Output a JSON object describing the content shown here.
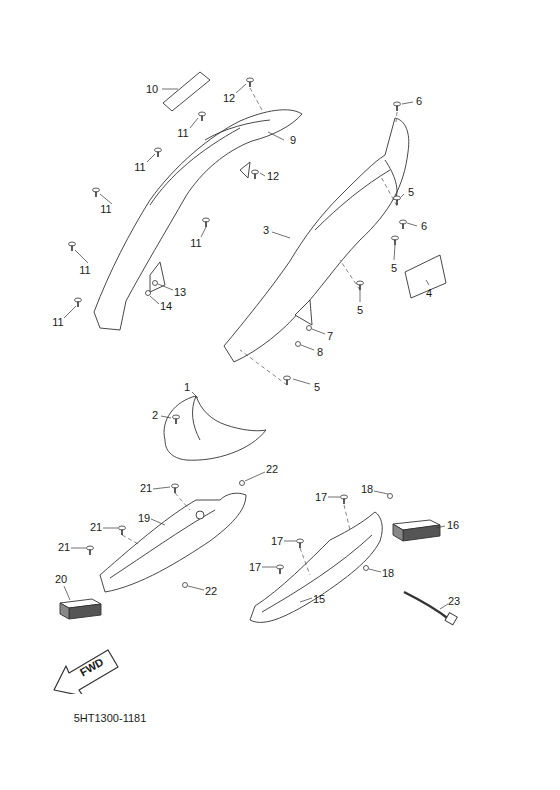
{
  "diagram": {
    "nodes": [
      {
        "text": [
          "FWD"
        ]
      }
    ],
    "labels": [
      "10",
      "12",
      "6",
      "11",
      "9",
      "11",
      "12",
      "11",
      "5",
      "3",
      "6",
      "11",
      "11",
      "5",
      "4",
      "13",
      "14",
      "11",
      "5",
      "7",
      "8",
      "5",
      "1",
      "2",
      "22",
      "21",
      "18",
      "17",
      "16",
      "19",
      "21",
      "17",
      "21",
      "17",
      "20",
      "22",
      "18",
      "15",
      "23",
      "5HT1300-1181"
    ]
  }
}
